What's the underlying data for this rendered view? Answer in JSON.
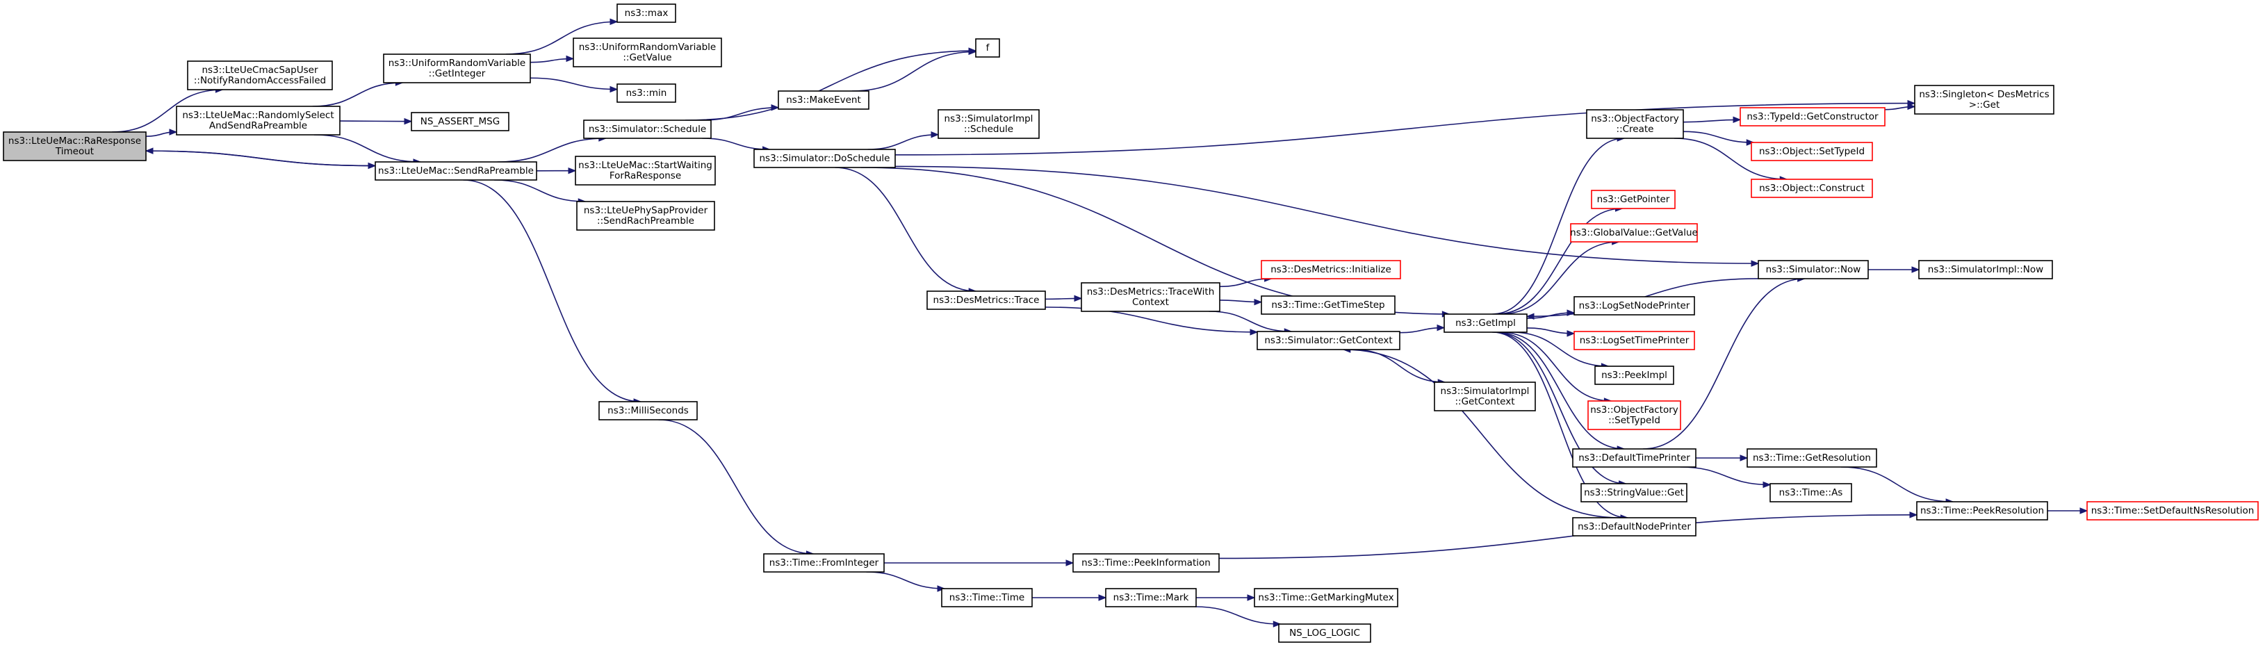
{
  "colors": {
    "edge": "#191970",
    "root_fill": "#bfbfbf",
    "node_fill": "#ffffff",
    "node_border": "#000000",
    "truncated_border": "#ff0000"
  },
  "nodes": [
    {
      "id": "root",
      "lines": [
        "ns3::LteUeMac::RaResponse",
        "Timeout"
      ],
      "root": true
    },
    {
      "id": "n_cmac",
      "lines": [
        "ns3::LteUeCmacSapUser",
        "::NotifyRandomAccessFailed"
      ]
    },
    {
      "id": "n_randsel",
      "lines": [
        "ns3::LteUeMac::RandomlySelect",
        "AndSendRaPreamble"
      ]
    },
    {
      "id": "n_sendra",
      "lines": [
        "ns3::LteUeMac::SendRaPreamble"
      ]
    },
    {
      "id": "n_urv",
      "lines": [
        "ns3::UniformRandomVariable",
        "::GetInteger"
      ]
    },
    {
      "id": "n_assert",
      "lines": [
        "NS_ASSERT_MSG"
      ]
    },
    {
      "id": "n_max",
      "lines": [
        "ns3::max"
      ]
    },
    {
      "id": "n_urvval",
      "lines": [
        "ns3::UniformRandomVariable",
        "::GetValue"
      ]
    },
    {
      "id": "n_min",
      "lines": [
        "ns3::min"
      ]
    },
    {
      "id": "n_sched",
      "lines": [
        "ns3::Simulator::Schedule"
      ]
    },
    {
      "id": "n_startwait",
      "lines": [
        "ns3::LteUeMac::StartWaiting",
        "ForRaResponse"
      ]
    },
    {
      "id": "n_phy",
      "lines": [
        "ns3::LteUePhySapProvider",
        "::SendRachPreamble"
      ]
    },
    {
      "id": "n_milli",
      "lines": [
        "ns3::MilliSeconds"
      ]
    },
    {
      "id": "n_f",
      "lines": [
        "f"
      ]
    },
    {
      "id": "n_makeevent",
      "lines": [
        "ns3::MakeEvent"
      ]
    },
    {
      "id": "n_dosched",
      "lines": [
        "ns3::Simulator::DoSchedule"
      ]
    },
    {
      "id": "n_simimplsched",
      "lines": [
        "ns3::SimulatorImpl",
        "::Schedule"
      ]
    },
    {
      "id": "n_singleton",
      "lines": [
        "ns3::Singleton< DesMetrics",
        ">::Get"
      ]
    },
    {
      "id": "n_desmtrace",
      "lines": [
        "ns3::DesMetrics::Trace"
      ]
    },
    {
      "id": "n_tracewith",
      "lines": [
        "ns3::DesMetrics::TraceWith",
        "Context"
      ]
    },
    {
      "id": "n_desinit",
      "lines": [
        "ns3::DesMetrics::Initialize"
      ],
      "truncated": true
    },
    {
      "id": "n_timestep",
      "lines": [
        "ns3::Time::GetTimeStep"
      ]
    },
    {
      "id": "n_getctx",
      "lines": [
        "ns3::Simulator::GetContext"
      ]
    },
    {
      "id": "n_simimplctx",
      "lines": [
        "ns3::SimulatorImpl",
        "::GetContext"
      ]
    },
    {
      "id": "n_getimpl",
      "lines": [
        "ns3::GetImpl"
      ]
    },
    {
      "id": "n_objcreate",
      "lines": [
        "ns3::ObjectFactory",
        "::Create"
      ]
    },
    {
      "id": "n_typeidctor",
      "lines": [
        "ns3::TypeId::GetConstructor"
      ],
      "truncated": true
    },
    {
      "id": "n_settypeid",
      "lines": [
        "ns3::Object::SetTypeId"
      ],
      "truncated": true
    },
    {
      "id": "n_construct",
      "lines": [
        "ns3::Object::Construct"
      ],
      "truncated": true
    },
    {
      "id": "n_getpointer",
      "lines": [
        "ns3::GetPointer"
      ],
      "truncated": true
    },
    {
      "id": "n_globalval",
      "lines": [
        "ns3::GlobalValue::GetValue"
      ],
      "truncated": true
    },
    {
      "id": "n_simnow",
      "lines": [
        "ns3::Simulator::Now"
      ]
    },
    {
      "id": "n_implnow",
      "lines": [
        "ns3::SimulatorImpl::Now"
      ]
    },
    {
      "id": "n_lognode",
      "lines": [
        "ns3::LogSetNodePrinter"
      ]
    },
    {
      "id": "n_logtime",
      "lines": [
        "ns3::LogSetTimePrinter"
      ],
      "truncated": true
    },
    {
      "id": "n_peekimpl",
      "lines": [
        "ns3::PeekImpl"
      ]
    },
    {
      "id": "n_objsettypeid",
      "lines": [
        "ns3::ObjectFactory",
        "::SetTypeId"
      ],
      "truncated": true
    },
    {
      "id": "n_deftime",
      "lines": [
        "ns3::DefaultTimePrinter"
      ]
    },
    {
      "id": "n_getres",
      "lines": [
        "ns3::Time::GetResolution"
      ]
    },
    {
      "id": "n_timeas",
      "lines": [
        "ns3::Time::As"
      ]
    },
    {
      "id": "n_strval",
      "lines": [
        "ns3::StringValue::Get"
      ]
    },
    {
      "id": "n_defnode",
      "lines": [
        "ns3::DefaultNodePrinter"
      ]
    },
    {
      "id": "n_peekres",
      "lines": [
        "ns3::Time::PeekResolution"
      ]
    },
    {
      "id": "n_setdefres",
      "lines": [
        "ns3::Time::SetDefaultNsResolution"
      ],
      "truncated": true
    },
    {
      "id": "n_fromint",
      "lines": [
        "ns3::Time::FromInteger"
      ]
    },
    {
      "id": "n_peekinfo",
      "lines": [
        "ns3::Time::PeekInformation"
      ]
    },
    {
      "id": "n_timetime",
      "lines": [
        "ns3::Time::Time"
      ]
    },
    {
      "id": "n_timemark",
      "lines": [
        "ns3::Time::Mark"
      ]
    },
    {
      "id": "n_markmutex",
      "lines": [
        "ns3::Time::GetMarkingMutex"
      ]
    },
    {
      "id": "n_loglogic",
      "lines": [
        "NS_LOG_LOGIC"
      ]
    }
  ],
  "edges": [
    [
      "root",
      "n_cmac"
    ],
    [
      "root",
      "n_randsel"
    ],
    [
      "root",
      "n_sendra"
    ],
    [
      "n_randsel",
      "n_urv"
    ],
    [
      "n_randsel",
      "n_assert"
    ],
    [
      "n_randsel",
      "n_sendra"
    ],
    [
      "n_urv",
      "n_max"
    ],
    [
      "n_urv",
      "n_urvval"
    ],
    [
      "n_urv",
      "n_min"
    ],
    [
      "n_sendra",
      "root"
    ],
    [
      "n_sendra",
      "n_sched"
    ],
    [
      "n_sendra",
      "n_startwait"
    ],
    [
      "n_sendra",
      "n_phy"
    ],
    [
      "n_sendra",
      "n_milli"
    ],
    [
      "n_sched",
      "n_f"
    ],
    [
      "n_sched",
      "n_makeevent"
    ],
    [
      "n_sched",
      "n_dosched"
    ],
    [
      "n_makeevent",
      "n_f"
    ],
    [
      "n_dosched",
      "n_simimplsched"
    ],
    [
      "n_dosched",
      "n_singleton"
    ],
    [
      "n_dosched",
      "n_desmtrace"
    ],
    [
      "n_dosched",
      "n_getimpl"
    ],
    [
      "n_dosched",
      "n_simnow"
    ],
    [
      "n_desmtrace",
      "n_tracewith"
    ],
    [
      "n_desmtrace",
      "n_getctx"
    ],
    [
      "n_tracewith",
      "n_desinit"
    ],
    [
      "n_tracewith",
      "n_timestep"
    ],
    [
      "n_tracewith",
      "n_getctx"
    ],
    [
      "n_getctx",
      "n_getimpl"
    ],
    [
      "n_getctx",
      "n_simimplctx"
    ],
    [
      "n_getimpl",
      "n_objcreate"
    ],
    [
      "n_getimpl",
      "n_getpointer"
    ],
    [
      "n_getimpl",
      "n_globalval"
    ],
    [
      "n_getimpl",
      "n_lognode"
    ],
    [
      "n_getimpl",
      "n_logtime"
    ],
    [
      "n_getimpl",
      "n_peekimpl"
    ],
    [
      "n_getimpl",
      "n_objsettypeid"
    ],
    [
      "n_getimpl",
      "n_deftime"
    ],
    [
      "n_getimpl",
      "n_strval"
    ],
    [
      "n_getimpl",
      "n_defnode"
    ],
    [
      "n_objcreate",
      "n_typeidctor"
    ],
    [
      "n_objcreate",
      "n_settypeid"
    ],
    [
      "n_objcreate",
      "n_construct"
    ],
    [
      "n_typeidctor",
      "n_singleton"
    ],
    [
      "n_simnow",
      "n_getimpl"
    ],
    [
      "n_simnow",
      "n_implnow"
    ],
    [
      "n_deftime",
      "n_simnow"
    ],
    [
      "n_deftime",
      "n_getres"
    ],
    [
      "n_deftime",
      "n_timeas"
    ],
    [
      "n_getres",
      "n_peekres"
    ],
    [
      "n_defnode",
      "n_getctx"
    ],
    [
      "n_peekres",
      "n_setdefres"
    ],
    [
      "n_milli",
      "n_fromint"
    ],
    [
      "n_fromint",
      "n_peekinfo"
    ],
    [
      "n_fromint",
      "n_timetime"
    ],
    [
      "n_peekinfo",
      "n_peekres"
    ],
    [
      "n_timetime",
      "n_timemark"
    ],
    [
      "n_timemark",
      "n_markmutex"
    ],
    [
      "n_timemark",
      "n_loglogic"
    ]
  ]
}
